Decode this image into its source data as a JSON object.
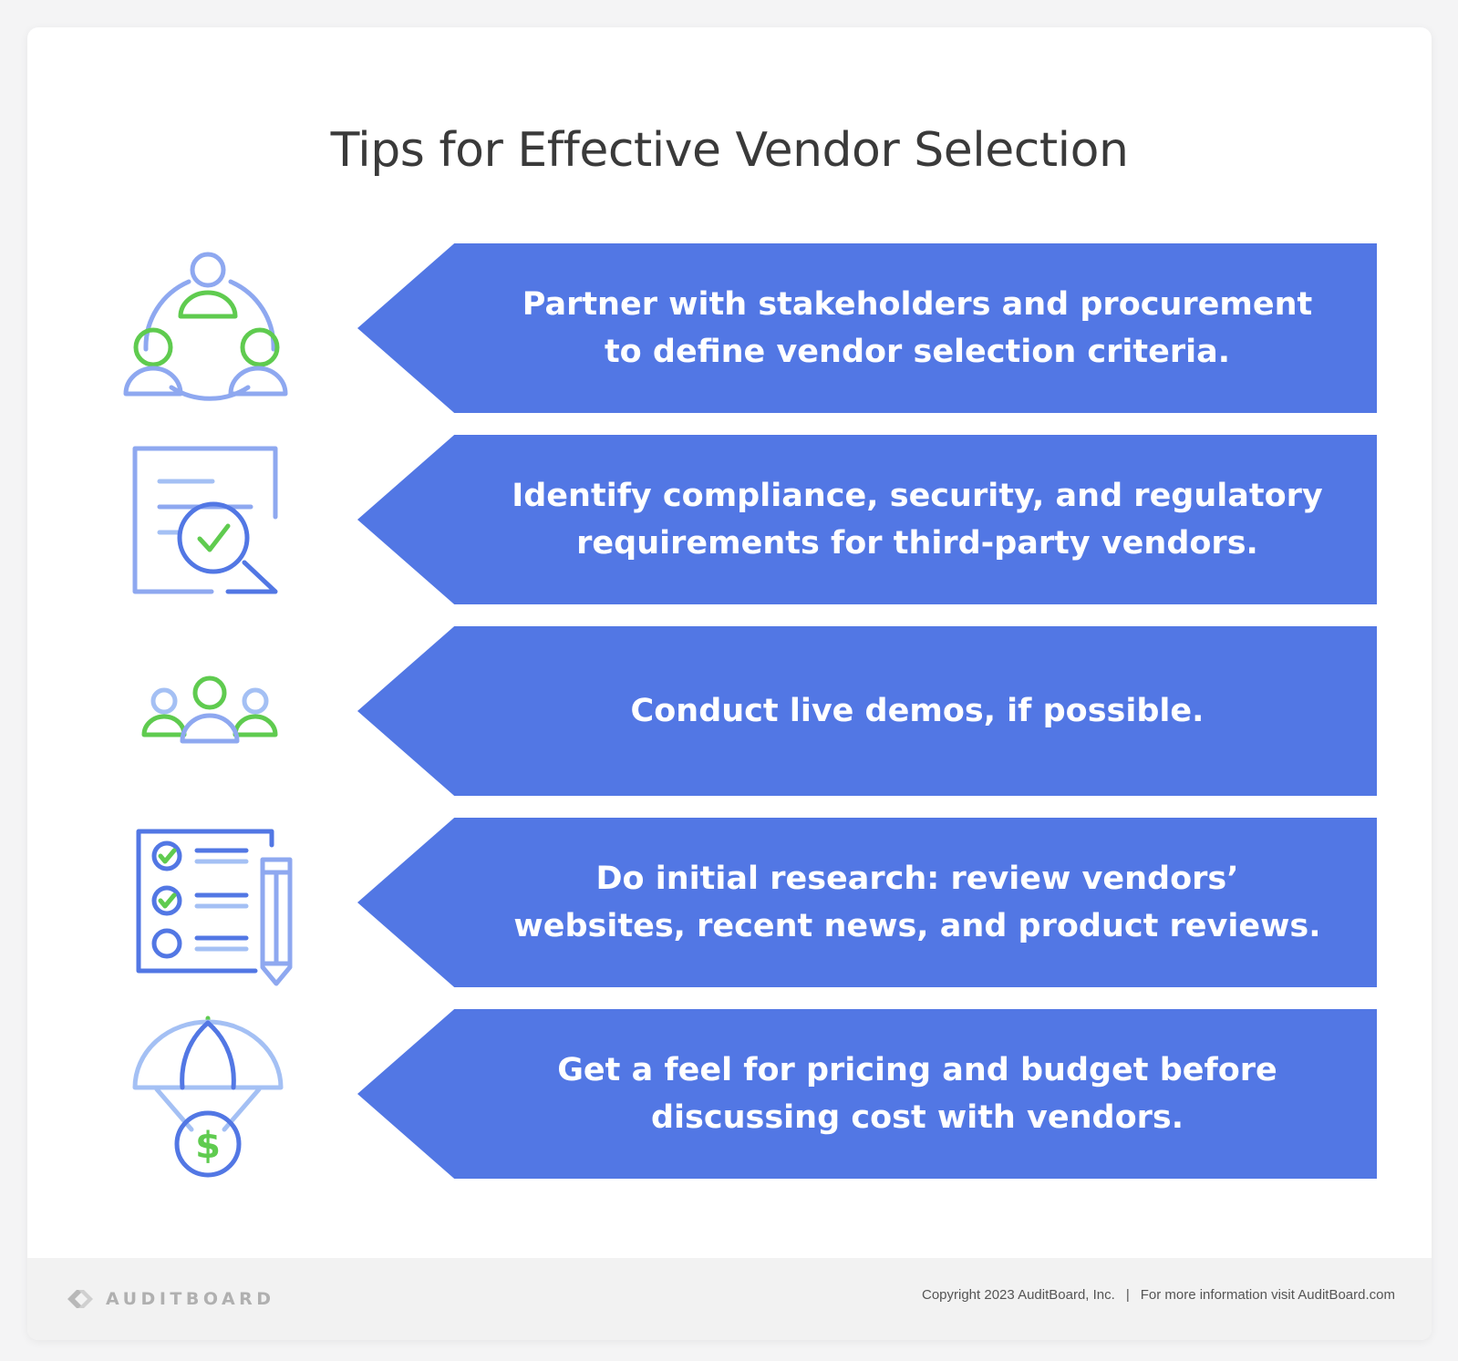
{
  "title": "Tips for Effective Vendor Selection",
  "colors": {
    "banner": "#5277e4",
    "icon_blue_light": "#a4c0f4",
    "icon_blue": "#5277e4",
    "icon_green": "#5fcb4f"
  },
  "tips": [
    {
      "icon": "stakeholders-circle-icon",
      "text": "Partner with stakeholders and procurement\nto define vendor selection criteria."
    },
    {
      "icon": "document-magnifier-check-icon",
      "text": "Identify compliance, security, and regulatory\nrequirements for third-party vendors."
    },
    {
      "icon": "group-people-icon",
      "text": "Conduct live demos, if possible."
    },
    {
      "icon": "checklist-pencil-icon",
      "text": "Do initial research: review vendors’\nwebsites, recent news, and product reviews."
    },
    {
      "icon": "parachute-dollar-icon",
      "text": "Get a feel for pricing and budget before\ndiscussing cost with vendors."
    }
  ],
  "footer": {
    "logo": "AUDITBOARD",
    "copyright": "Copyright 2023 AuditBoard, Inc.",
    "separator": "|",
    "info": "For more information visit AuditBoard.com"
  }
}
